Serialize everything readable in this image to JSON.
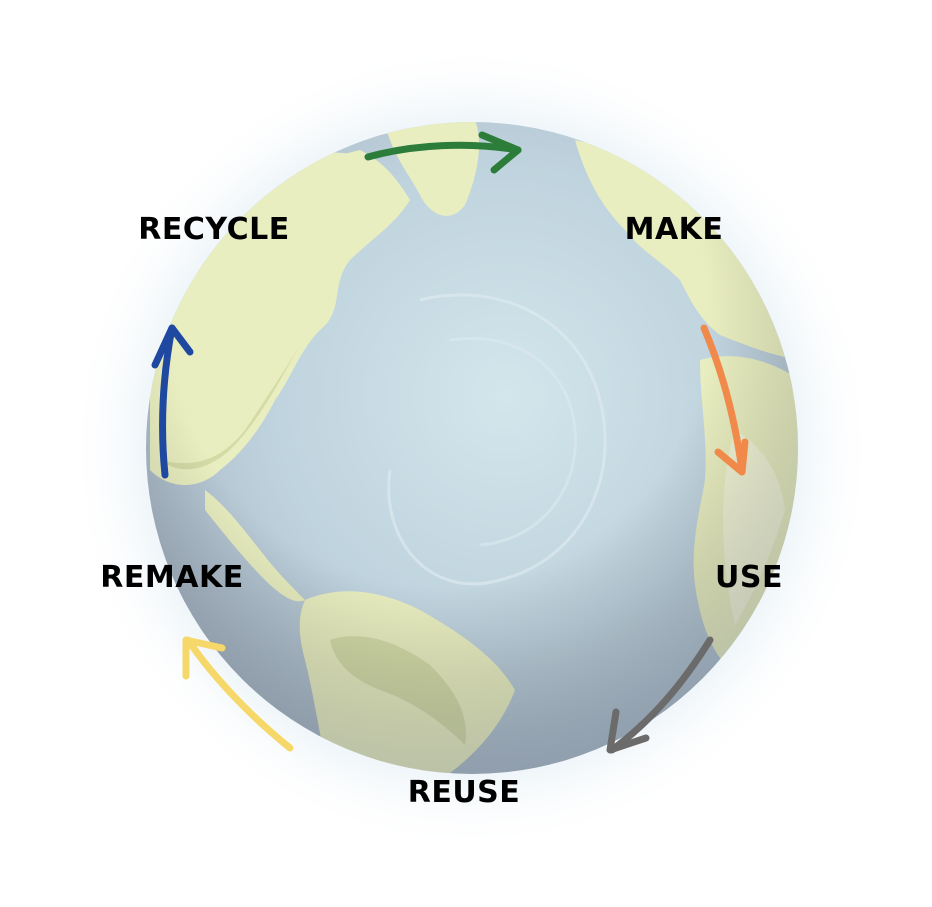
{
  "cycle": {
    "steps": [
      {
        "key": "make",
        "label": "MAKE"
      },
      {
        "key": "use",
        "label": "USE"
      },
      {
        "key": "reuse",
        "label": "REUSE"
      },
      {
        "key": "remake",
        "label": "REMAKE"
      },
      {
        "key": "recycle",
        "label": "RECYCLE"
      }
    ]
  },
  "colors": {
    "ocean": "#c9dbe4",
    "land": "#e9eec0",
    "shadow": "#aeb6c1",
    "glow": "#d5e6f0",
    "arrow_make_use": "#f0894a",
    "arrow_use_reuse": "#6b6b6b",
    "arrow_reuse_remake": "#f6d86a",
    "arrow_remake_recycle": "#1f48a0",
    "arrow_recycle_make": "#2d7d3a"
  },
  "icons": {
    "globe": "earth-globe-icon"
  }
}
